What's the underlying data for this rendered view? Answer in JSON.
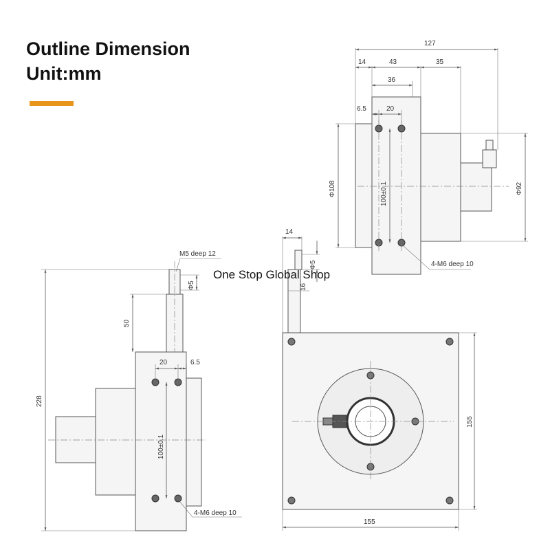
{
  "header": {
    "title": "Outline Dimension",
    "unit": "Unit:mm",
    "accent_color": "#e8951c"
  },
  "watermark": "One Stop Global Shop",
  "top_view": {
    "dim_total_width": "127",
    "dim_left": "14",
    "dim_mid": "43",
    "dim_right": "35",
    "dim_slot": "36",
    "dim_offset": "6.5",
    "dim_hole_spacing": "20",
    "dim_body_dia": "Φ108",
    "dim_hole_pitch": "100±0.1",
    "dim_encoder_dia": "Φ92",
    "hole_callout": "4-M6 deep 10"
  },
  "side_view": {
    "thread_callout": "M5 deep 12",
    "dim_rod_dia": "Φ5",
    "dim_rod_length": "50",
    "dim_total_height": "228",
    "dim_hole_spacing": "20",
    "dim_offset": "6.5",
    "dim_hole_pitch": "100±0.1",
    "hole_callout": "4-M6 deep 10"
  },
  "front_view": {
    "dim_top_width": "14",
    "dim_rod_dia": "Φ5",
    "dim_rod_offset": "16",
    "dim_height": "155",
    "dim_width": "155"
  }
}
